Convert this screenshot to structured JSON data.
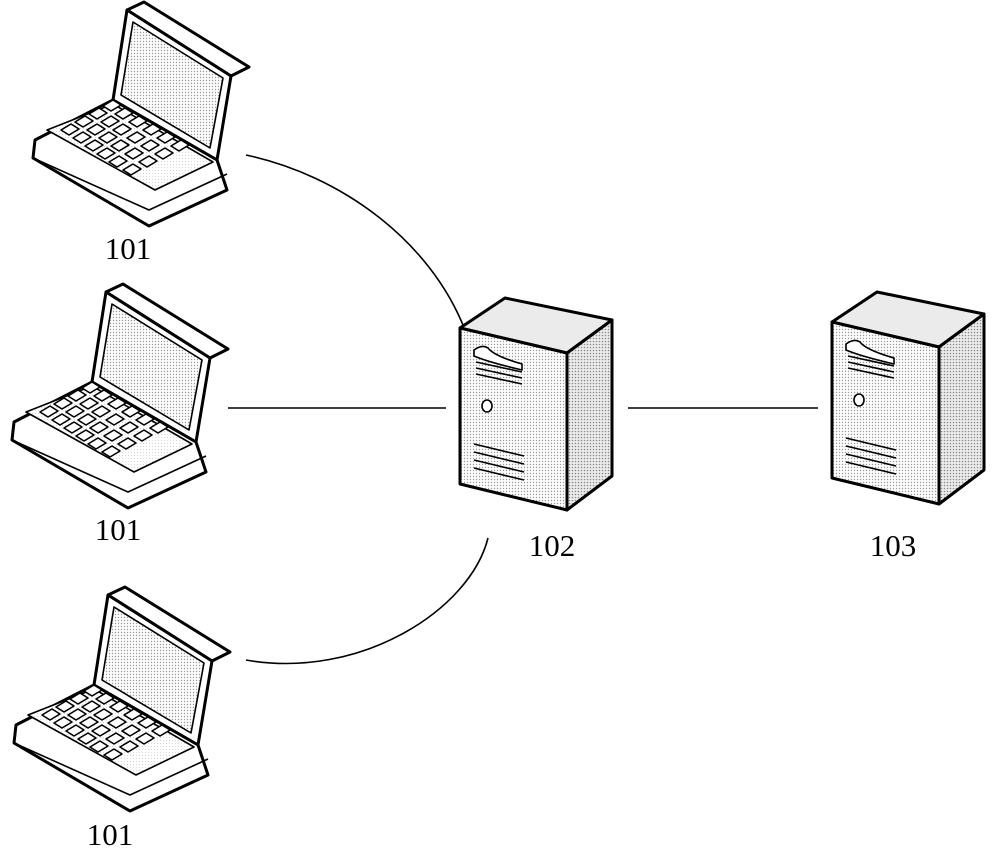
{
  "nodes": {
    "laptop_top": {
      "label": "101"
    },
    "laptop_middle": {
      "label": "101"
    },
    "laptop_bottom": {
      "label": "101"
    },
    "server_middle": {
      "label": "102"
    },
    "server_right": {
      "label": "103"
    }
  },
  "edges": [
    {
      "from": "laptop_top",
      "to": "server_middle"
    },
    {
      "from": "laptop_middle",
      "to": "server_middle"
    },
    {
      "from": "laptop_bottom",
      "to": "server_middle"
    },
    {
      "from": "server_middle",
      "to": "server_right"
    }
  ],
  "colors": {
    "line": "#000000",
    "screen": "#d6d6d6",
    "server_front": "#f2f2f2",
    "server_side": "#d9d9d9",
    "server_top": "#ebebeb"
  },
  "icons": {
    "laptop": "laptop-icon",
    "server": "server-icon"
  }
}
